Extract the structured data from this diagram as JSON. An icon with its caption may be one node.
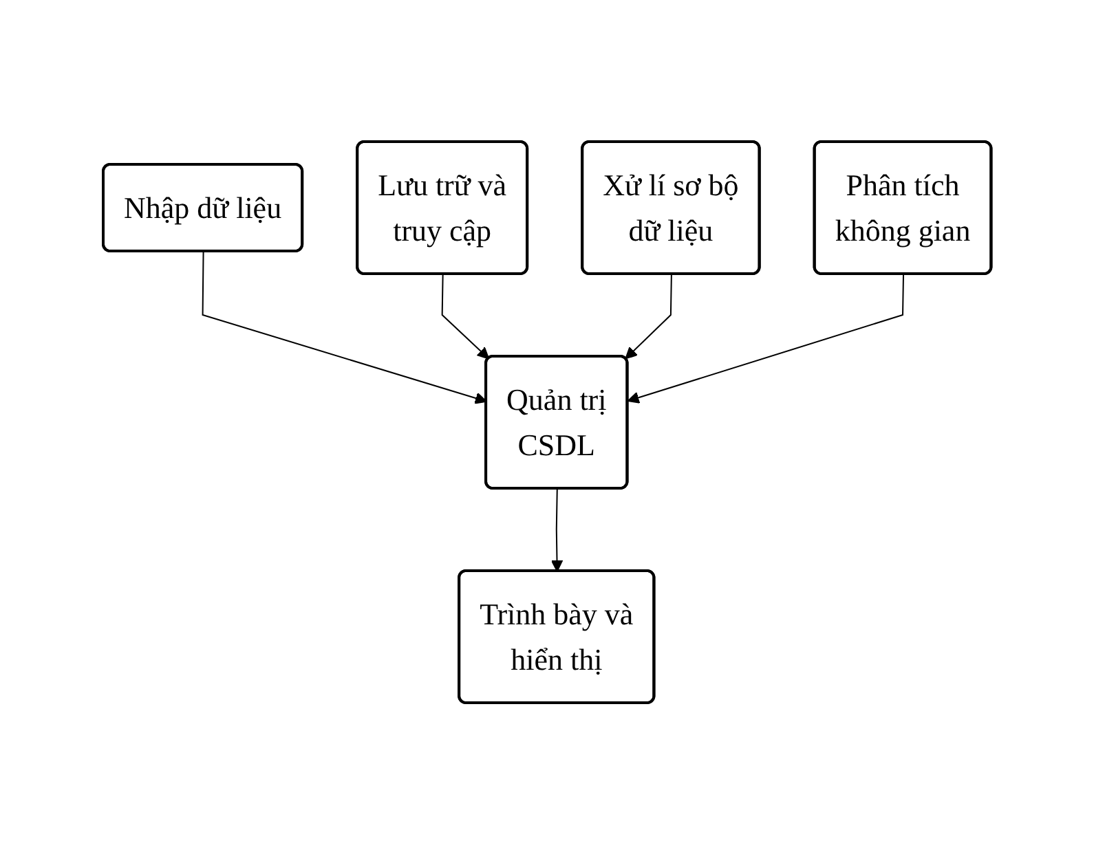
{
  "diagram": {
    "nodes": [
      {
        "text": [
          "Nhập dữ liệu"
        ]
      },
      {
        "text": [
          "Lưu trữ và truy cập"
        ]
      },
      {
        "text": [
          "Xử lí sơ bộ dữ liệu"
        ]
      },
      {
        "text": [
          "Quản trị CSDL"
        ]
      },
      {
        "text": [
          "Phân tích không gian"
        ]
      },
      {
        "text": [
          "Trình bày và hiển thị"
        ]
      }
    ],
    "edges": [
      {
        "from": 0,
        "to": 3,
        "arrow": "to"
      },
      {
        "from": 1,
        "to": 3,
        "arrow": "to"
      },
      {
        "from": 2,
        "to": 3,
        "arrow": "to"
      },
      {
        "from": 4,
        "to": 3,
        "arrow": "to"
      },
      {
        "from": 3,
        "to": 5,
        "arrow": "to"
      }
    ]
  }
}
